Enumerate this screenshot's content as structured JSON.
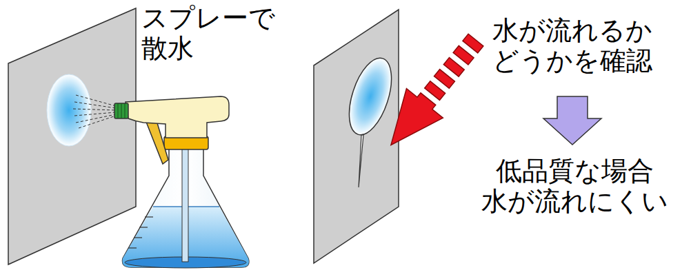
{
  "diagram": {
    "labels": [
      "スプレーで 散水",
      "水が流れるか どうかを確認",
      "低品質な場合 水が流れにくい"
    ]
  }
}
